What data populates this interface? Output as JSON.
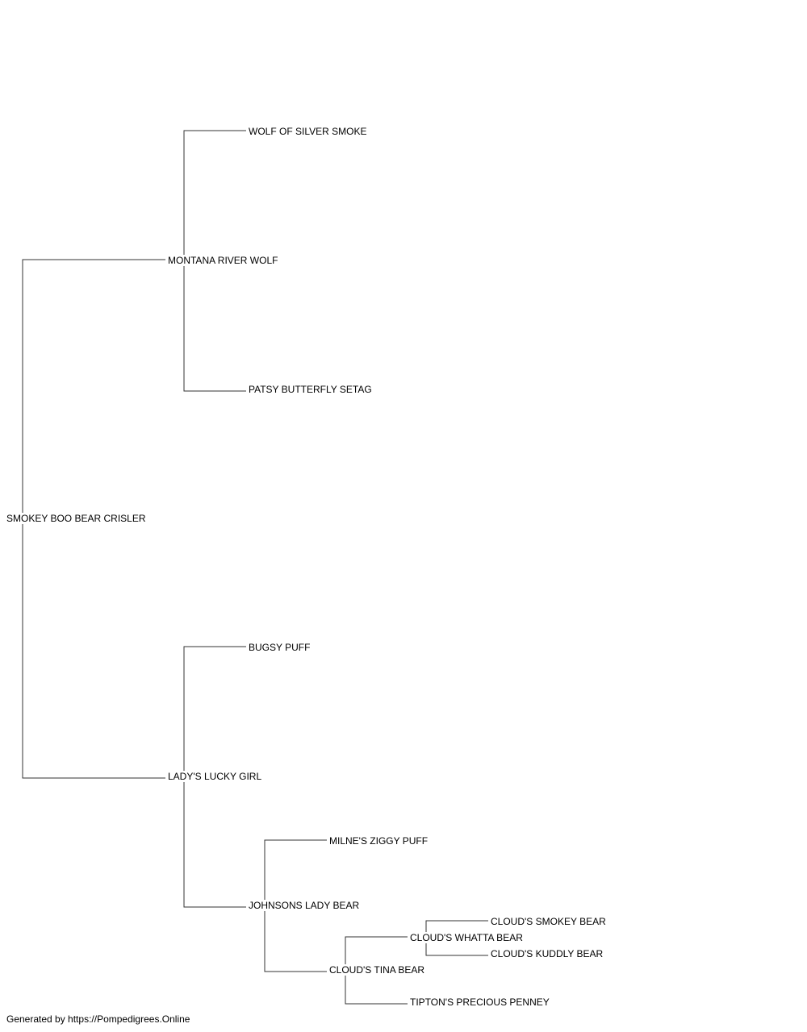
{
  "colors": {
    "line": "#333333",
    "text": "#000000",
    "background": "#ffffff"
  },
  "pedigree": {
    "subject": "SMOKEY BOO BEAR CRISLER",
    "sire": "MONTANA RIVER WOLF",
    "sire_sire": "WOLF OF SILVER SMOKE",
    "sire_dam": "PATSY BUTTERFLY SETAG",
    "dam": "LADY'S LUCKY GIRL",
    "dam_sire": "BUGSY PUFF",
    "dam_dam": "JOHNSONS LADY BEAR",
    "dam_dam_sire": "MILNE'S ZIGGY PUFF",
    "dam_dam_dam": "CLOUD'S TINA BEAR",
    "dam_dam_dam_sire": "CLOUD'S WHATTA BEAR",
    "dam_dam_dam_dam": "TIPTON'S PRECIOUS PENNEY",
    "dam_dam_dam_sire_sire": "CLOUD'S SMOKEY BEAR",
    "dam_dam_dam_sire_dam": "CLOUD'S KUDDLY BEAR"
  },
  "footer": {
    "text": "Generated by https://Pompedigrees.Online"
  }
}
